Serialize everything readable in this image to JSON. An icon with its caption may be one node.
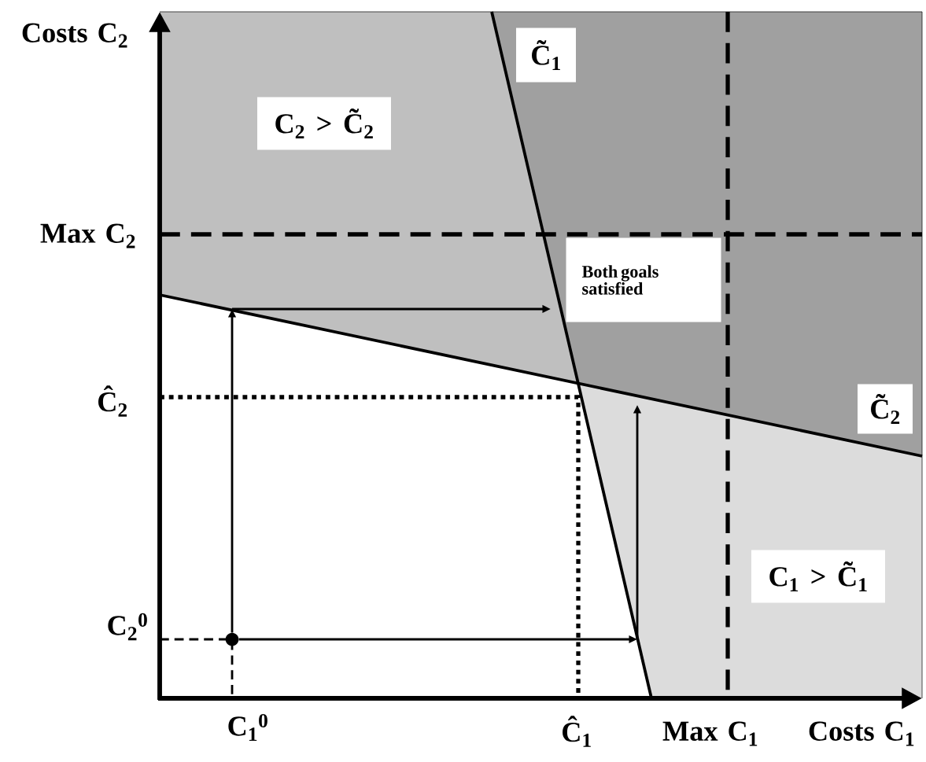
{
  "diagram": {
    "nodes": [
      {
        "text": [
          "C̃$_{1}$"
        ]
      },
      {
        "text": [
          "C$_{2}$ > C̃$_{2}$"
        ]
      },
      {
        "text": [
          "Both goals satisfied"
        ]
      },
      {
        "text": [
          "C̃$_{2}$"
        ]
      },
      {
        "text": [
          "C$_{1}$ > C̃$_{1}$"
        ]
      },
      {
        "text": [],
        "shape": "circle"
      }
    ],
    "edges": [
      {
        "from": 5,
        "to": null,
        "arrow": "to"
      },
      {
        "from": 5,
        "to": null,
        "arrow": "to"
      }
    ],
    "labels": [
      "Costs C$_{2}$",
      "Max C$_{2}$",
      "Ĉ$_{2}$",
      "C$_{2}$$^{0}$",
      "C$_{1}$$^{0}$",
      "Ĉ$_{1}$",
      "Max C$_{1}$",
      "Costs C$_{1}$"
    ]
  }
}
